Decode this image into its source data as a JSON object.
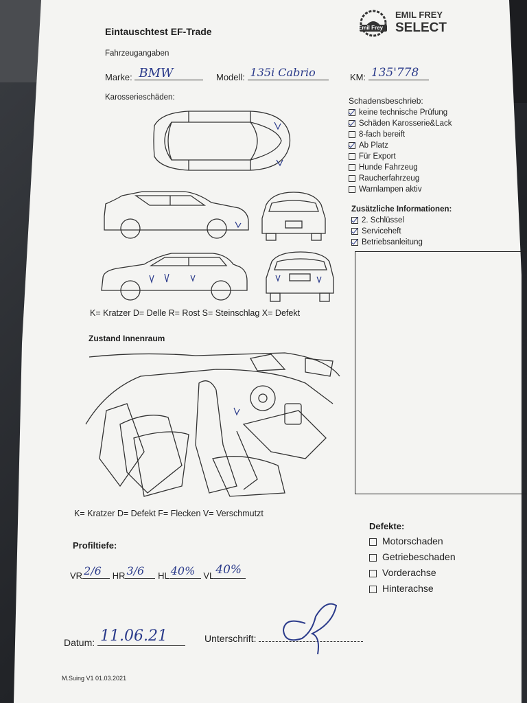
{
  "header": {
    "title": "Eintauschtest EF-Trade",
    "logo": {
      "brand_name": "Emil Frey",
      "line1": "EMIL FREY",
      "line2": "SELECT"
    }
  },
  "vehicle": {
    "section": "Fahrzeugangaben",
    "make_label": "Marke:",
    "make_value": "BMW",
    "model_label": "Modell:",
    "model_value": "135i Cabrio",
    "km_label": "KM:",
    "km_value": "135'778"
  },
  "body_damage": {
    "section": "Karosserieschäden:",
    "legend": "K= Kratzer D= Delle R= Rost S= Steinschlag X= Defekt"
  },
  "damage_description": {
    "title": "Schadensbeschrieb:",
    "items": [
      {
        "label": "keine technische Prüfung",
        "checked": true
      },
      {
        "label": "Schäden Karosserie&Lack",
        "checked": true
      },
      {
        "label": "8-fach bereift",
        "checked": false
      },
      {
        "label": "Ab Platz",
        "checked": true
      },
      {
        "label": "Für Export",
        "checked": false
      },
      {
        "label": "Hunde Fahrzeug",
        "checked": false
      },
      {
        "label": "Raucherfahrzeug",
        "checked": false
      },
      {
        "label": "Warnlampen aktiv",
        "checked": false
      }
    ]
  },
  "additional_info": {
    "title": "Zusätzliche Informationen:",
    "items": [
      {
        "label": "2. Schlüssel",
        "checked": true
      },
      {
        "label": "Serviceheft",
        "checked": true
      },
      {
        "label": "Betriebsanleitung",
        "checked": true
      }
    ]
  },
  "interior": {
    "section": "Zustand Innenraum",
    "legend": "K= Kratzer D= Defekt F= Flecken V= Verschmutzt"
  },
  "defects": {
    "title": "Defekte:",
    "items": [
      {
        "label": "Motorschaden",
        "checked": false
      },
      {
        "label": "Getriebeschaden",
        "checked": false
      },
      {
        "label": "Vorderachse",
        "checked": false
      },
      {
        "label": "Hinterachse",
        "checked": false
      }
    ]
  },
  "tread": {
    "title": "Profiltiefe:",
    "vr_label": "VR",
    "vr_value": "2/6",
    "hr_label": "HR",
    "hr_value": "3/6",
    "hl_label": "HL",
    "hl_value": "40%",
    "vl_label": "VL",
    "vl_value": "40%"
  },
  "footer": {
    "date_label": "Datum:",
    "date_value": "11.06.21",
    "signature_label": "Unterschrift:",
    "version": "M.Suing V1 01.03.2021"
  },
  "colors": {
    "ink": "#2a3a8a",
    "paper": "#f4f4f2",
    "print": "#1e1e1e"
  }
}
